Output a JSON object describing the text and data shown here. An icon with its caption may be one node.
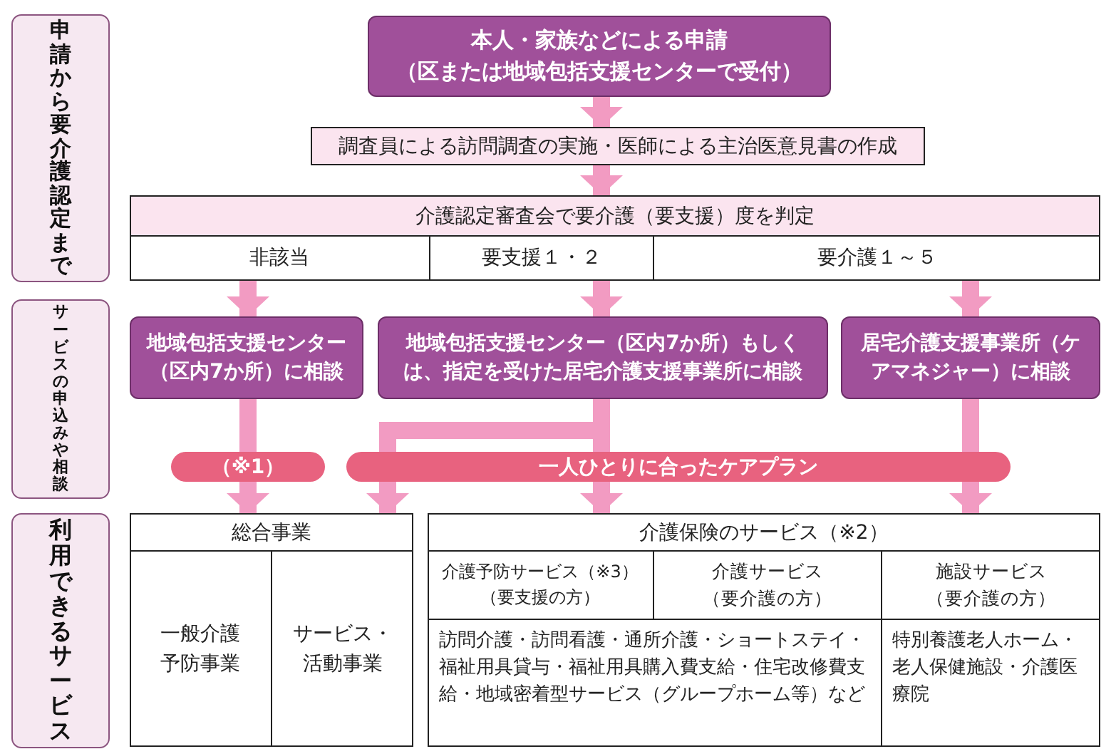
{
  "diagram": {
    "nodes": [
      {
        "text": [
          "申請から要介護認定まで"
        ]
      },
      {
        "text": [
          "本人・家族などによる申請",
          "（区または地域包括支援センターで受付）"
        ]
      },
      {
        "text": [
          "調査員による訪問調査の実施・医師による主治医意見書の作成"
        ]
      },
      {
        "text": [
          "介護認定審査会で要介護（要支援）度を判定"
        ]
      },
      {
        "text": [
          "非該当"
        ],
        "in": 3
      },
      {
        "text": [
          "要支援１・２"
        ],
        "in": 3
      },
      {
        "text": [
          "要介護１～５"
        ],
        "in": 3
      },
      {
        "text": [
          "サービスの申込みや相談"
        ]
      },
      {
        "text": [
          "地域包括支援センター（区内7か所）に相談"
        ]
      },
      {
        "text": [
          "地域包括支援センター（区内7か所）もしくは、指定を受けた居宅介護支援事業所に相談"
        ]
      },
      {
        "text": [
          "居宅介護支援事業所（ケアマネジャー）に相談"
        ]
      },
      {
        "text": [
          "（※1）"
        ]
      },
      {
        "text": [
          "一人ひとりに合ったケアプラン"
        ]
      },
      {
        "text": [
          "利用できるサービス"
        ]
      },
      {
        "text": [
          "総合事業"
        ]
      },
      {
        "text": [
          "一般介護予防事業"
        ],
        "in": 14
      },
      {
        "text": [
          "サービス・活動事業"
        ],
        "in": 14
      },
      {
        "text": [
          "介護保険のサービス（※2）"
        ]
      },
      {
        "text": [
          "介護予防サービス（※3）",
          "（要支援の方）"
        ],
        "in": 17
      },
      {
        "text": [
          "介護サービス",
          "（要介護の方）"
        ],
        "in": 17
      },
      {
        "text": [
          "施設サービス",
          "（要介護の方）"
        ],
        "in": 17
      },
      {
        "text": [
          "訪問介護・訪問看護・通所介護・ショートステイ・福祉用具貸与・福祉用具購入費支給・住宅改修費支給・地域密着型サービス（グループホーム等）など"
        ],
        "in": 17
      },
      {
        "text": [
          "特別養護老人ホーム・老人保健施設・介護医療院"
        ],
        "in": 17
      }
    ],
    "edges": [
      {
        "from": 1,
        "to": 2,
        "arrow": "to"
      },
      {
        "from": 2,
        "to": 3,
        "arrow": "to"
      },
      {
        "from": 4,
        "to": 8,
        "arrow": "to"
      },
      {
        "from": 5,
        "to": 9,
        "arrow": "to"
      },
      {
        "from": 6,
        "to": 10,
        "arrow": "to"
      },
      {
        "from": 8,
        "to": 11,
        "arrow": "none"
      },
      {
        "from": 11,
        "to": 14,
        "arrow": "to"
      },
      {
        "from": 9,
        "to": 12,
        "arrow": "none"
      },
      {
        "from": 9,
        "to": 12,
        "arrow": "none"
      },
      {
        "from": 12,
        "to": 14,
        "arrow": "to"
      },
      {
        "from": 12,
        "to": 17,
        "arrow": "to"
      },
      {
        "from": 10,
        "to": 12,
        "arrow": "none"
      },
      {
        "from": 12,
        "to": 17,
        "arrow": "to"
      }
    ]
  }
}
